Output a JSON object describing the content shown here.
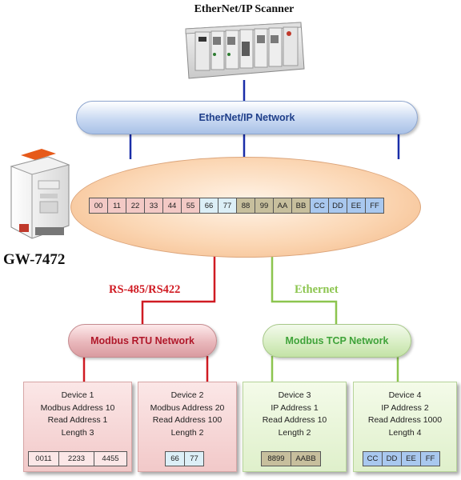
{
  "scanner_title": "EtherNet/IP Scanner",
  "ethernet_ip_network": "EtherNet/IP Network",
  "gateway_name": "GW-7472",
  "mapping_bytes": [
    "00",
    "11",
    "22",
    "33",
    "44",
    "55",
    "66",
    "77",
    "88",
    "99",
    "AA",
    "BB",
    "CC",
    "DD",
    "EE",
    "FF"
  ],
  "link_rs485": "RS-485/RS422",
  "link_ethernet": "Ethernet",
  "modbus_rtu_network": "Modbus RTU Network",
  "modbus_tcp_network": "Modbus TCP Network",
  "devices": [
    {
      "name": "Device 1",
      "line2": "Modbus Address 10",
      "line3": "Read Address 1",
      "line4": "Length 3",
      "registers": [
        "0011",
        "2233",
        "4455"
      ]
    },
    {
      "name": "Device 2",
      "line2": "Modbus Address 20",
      "line3": "Read Address 100",
      "line4": "Length 2",
      "registers": [
        "66",
        "77"
      ]
    },
    {
      "name": "Device 3",
      "line2": "IP Address 1",
      "line3": "Read Address 10",
      "line4": "Length 2",
      "registers": [
        "8899",
        "AABB"
      ]
    },
    {
      "name": "Device 4",
      "line2": "IP Address 2",
      "line3": "Read Address 1000",
      "line4": "Length 4",
      "registers": [
        "CC",
        "DD",
        "EE",
        "FF"
      ]
    }
  ],
  "colors": {
    "ethernet_ip": "#1f3f8a",
    "rtu_red": "#d01b23",
    "tcp_green": "#8cc54f",
    "bus_blue": "#1a2ea8"
  }
}
